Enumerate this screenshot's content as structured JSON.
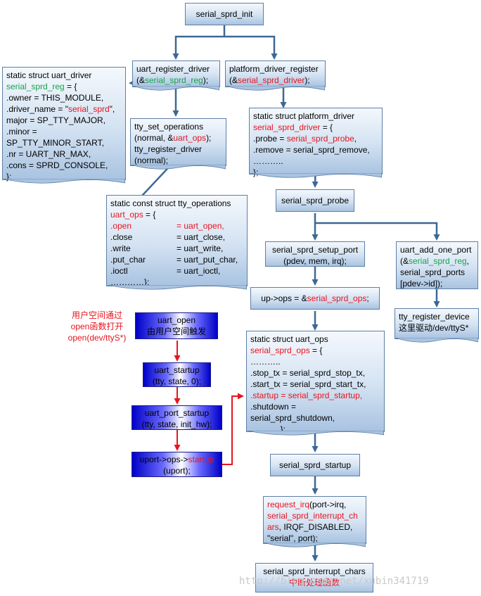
{
  "nodes": {
    "init": "serial_sprd_init",
    "urd": [
      "uart_register_driver",
      "(&",
      "serial_sprd_reg",
      ");"
    ],
    "pdr": [
      "platform_driver_register",
      "(&",
      "serial_sprd_driver",
      ");"
    ],
    "reg_struct": {
      "l1": "static struct uart_driver",
      "l2": "serial_sprd_reg",
      "l2b": " = {",
      "l3": ".owner = THIS_MODULE,",
      "l4a": ".driver_name = \"",
      "l4b": "serial_sprd",
      "l4c": "\",",
      "l5": "major = SP_TTY_MAJOR,",
      "l6": ".minor =",
      "l7": "SP_TTY_MINOR_START,",
      "l8": ".nr = UART_NR_MAX,",
      "l9": ".cons = SPRD_CONSOLE,",
      "l10": "};"
    },
    "tty_set": {
      "l1": "tty_set_operations",
      "l2a": "(normal, &",
      "l2b": "uart_ops",
      "l2c": ");",
      "l3": "tty_register_driver",
      "l4": "(normal);"
    },
    "pdrv_struct": {
      "l1": "static struct platform_driver",
      "l2": "serial_sprd_driver",
      "l2b": " = {",
      "l3a": ".probe = ",
      "l3b": "serial_sprd_probe",
      "l3c": ",",
      "l4": ".remove = serial_sprd_remove,",
      "l5": "………..",
      "l6": "};"
    },
    "probe": "serial_sprd_probe",
    "ops_struct": {
      "l1": "static const struct tty_operations",
      "l2": "uart_ops",
      "l2b": " = {",
      "rows": [
        {
          "k": ".open",
          "v": "= uart_open,",
          "red": true
        },
        {
          "k": ".close",
          "v": "= uart_close,",
          "red": false
        },
        {
          "k": ".write",
          "v": "= uart_write,",
          "red": false
        },
        {
          "k": ".put_char",
          "v": "= uart_put_char,",
          "red": false
        },
        {
          "k": ".ioctl",
          "v": "= uart_ioctl,",
          "red": false
        }
      ],
      "end": "…………};"
    },
    "setup_port": [
      "serial_sprd_setup_port",
      "(pdev, mem, irq);"
    ],
    "add_port": {
      "l1": "uart_add_one_port",
      "l2a": "(&",
      "l2b": "serial_sprd_reg",
      "l2c": ",",
      "l3": "serial_sprd_ports",
      "l4": "[pdev->id]);"
    },
    "upops": [
      "up->ops = &",
      "serial_sprd_ops",
      ";"
    ],
    "tty_reg_dev": [
      "tty_register_device",
      "这里驱动/dev/ttyS*"
    ],
    "uops_struct": {
      "l1": "static struct uart_ops",
      "l2": "serial_sprd_ops",
      "l2b": " = {",
      "l3": "………..",
      "l4": ".stop_tx = serial_sprd_stop_tx,",
      "l5": ".start_tx = serial_sprd_start_tx,",
      "l6a": ".startup = ",
      "l6b": "serial_sprd_startup",
      "l6c": ",",
      "l7": ".shutdown =",
      "l8": "serial_sprd_shutdown,",
      "l9": "………..};"
    },
    "startup": "serial_sprd_startup",
    "req_irq": {
      "l1a": "request_irq",
      "l1b": "(port->irq,",
      "l2": "serial_sprd_interrupt_ch",
      "l3a": "ars",
      "l3b": ", IRQF_DISABLED,",
      "l4": "\"serial\", port);"
    },
    "int_chars": [
      "serial_sprd_interrupt_chars",
      "中断处理函数"
    ],
    "uart_open": [
      "uart_open",
      "由用户空间触发"
    ],
    "uart_startup": [
      "uart_startup",
      "(tty, state, 0);"
    ],
    "uart_port_startup": [
      "uart_port_startup",
      "(tty, state, init_hw);"
    ],
    "uport": [
      "uport->ops->",
      "startup",
      "(uport);"
    ]
  },
  "annotation": [
    "用户空间通过",
    "open函数打开",
    "open(dev/ttyS*)"
  ],
  "watermark": "http://blog.csdn.net/xubin341719",
  "colors": {
    "highlight_red": "#e8141e",
    "highlight_green": "#19a24b",
    "arrow_blue": "#3d6895",
    "arrow_red": "#e8141e"
  }
}
